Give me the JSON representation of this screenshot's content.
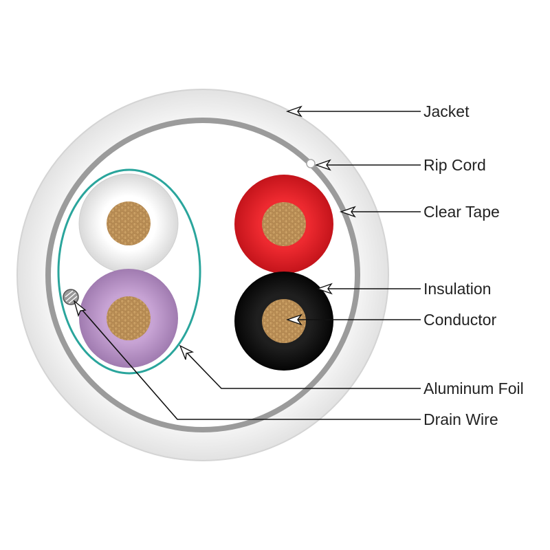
{
  "labels": {
    "jacket": "Jacket",
    "rip_cord": "Rip Cord",
    "clear_tape": "Clear Tape",
    "insulation": "Insulation",
    "conductor": "Conductor",
    "aluminum_foil": "Aluminum Foil",
    "drain_wire": "Drain Wire"
  },
  "colors": {
    "jacket": "#ececec",
    "clear_tape": "#9b9b9b",
    "core_fill": "#ffffff",
    "foil": "#2aa59c",
    "conductor": "#b98d55",
    "insulation_white": "#f4f4f4",
    "insulation_purple": "#b892c6",
    "insulation_red": "#e01b24",
    "insulation_black": "#141414"
  }
}
